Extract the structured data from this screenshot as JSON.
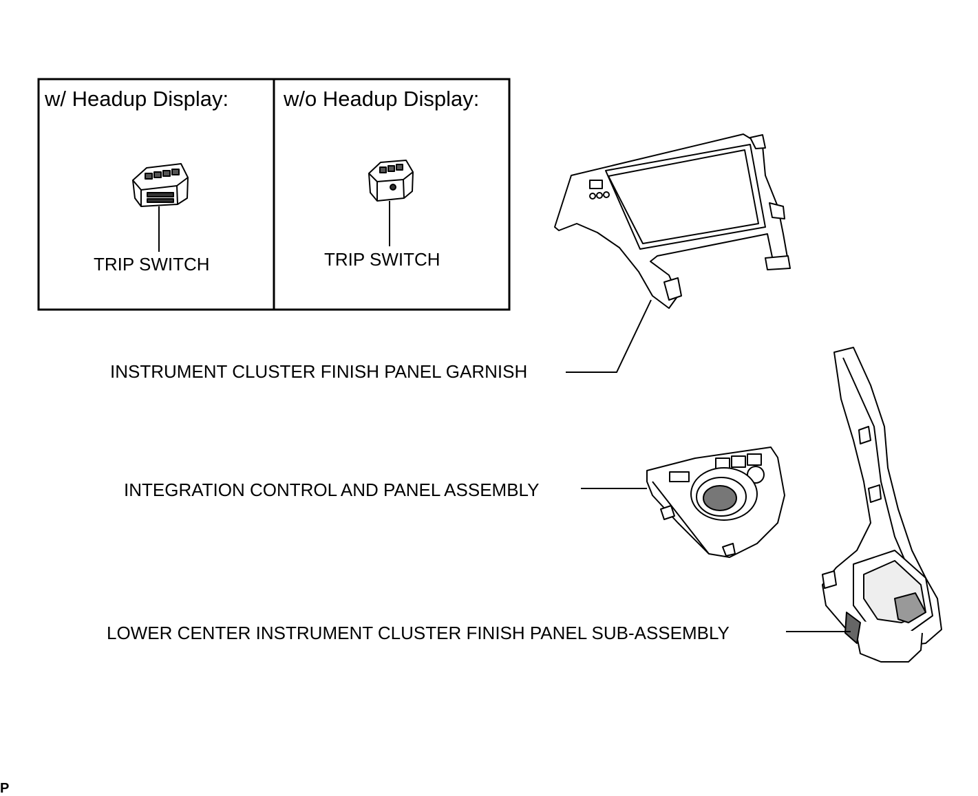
{
  "inset": {
    "left_header": "w/ Headup Display:",
    "right_header": "w/o Headup Display:",
    "left_part_label": "TRIP SWITCH",
    "right_part_label": "TRIP SWITCH"
  },
  "callouts": {
    "garnish": "INSTRUMENT CLUSTER FINISH PANEL GARNISH",
    "integration": "INTEGRATION CONTROL AND PANEL ASSEMBLY",
    "lower_center": "LOWER CENTER INSTRUMENT CLUSTER FINISH PANEL SUB-ASSEMBLY"
  },
  "corner_mark": "P"
}
